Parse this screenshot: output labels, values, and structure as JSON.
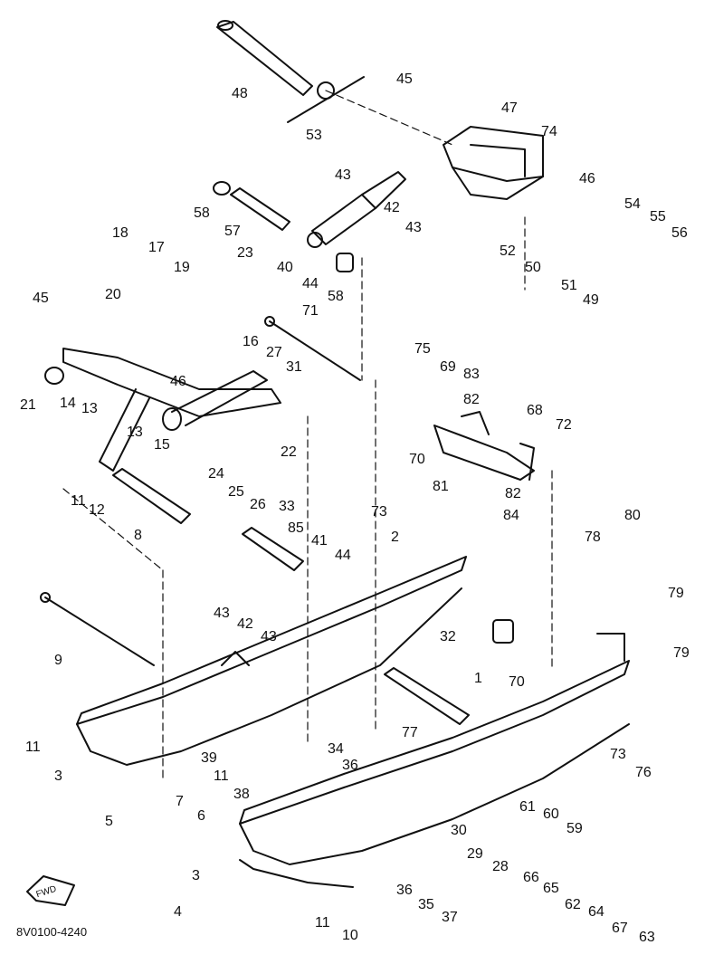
{
  "diagram_code": "8V0100-4240",
  "fwd_label": "FWD",
  "callouts": [
    "48",
    "53",
    "45",
    "47",
    "74",
    "43",
    "46",
    "42",
    "43",
    "58",
    "57",
    "54",
    "55",
    "56",
    "23",
    "40",
    "44",
    "58",
    "52",
    "50",
    "51",
    "49",
    "18",
    "17",
    "19",
    "20",
    "45",
    "71",
    "75",
    "69",
    "83",
    "82",
    "16",
    "27",
    "31",
    "68",
    "72",
    "21",
    "14",
    "13",
    "46",
    "22",
    "13",
    "15",
    "70",
    "81",
    "82",
    "84",
    "11",
    "12",
    "24",
    "25",
    "26",
    "8",
    "33",
    "85",
    "41",
    "44",
    "73",
    "2",
    "80",
    "78",
    "79",
    "43",
    "42",
    "43",
    "32",
    "9",
    "79",
    "70",
    "77",
    "1",
    "11",
    "39",
    "34",
    "36",
    "73",
    "76",
    "3",
    "11",
    "38",
    "61",
    "60",
    "59",
    "5",
    "7",
    "6",
    "30",
    "29",
    "28",
    "66",
    "65",
    "3",
    "36",
    "35",
    "37",
    "62",
    "64",
    "67",
    "4",
    "11",
    "10",
    "63"
  ]
}
